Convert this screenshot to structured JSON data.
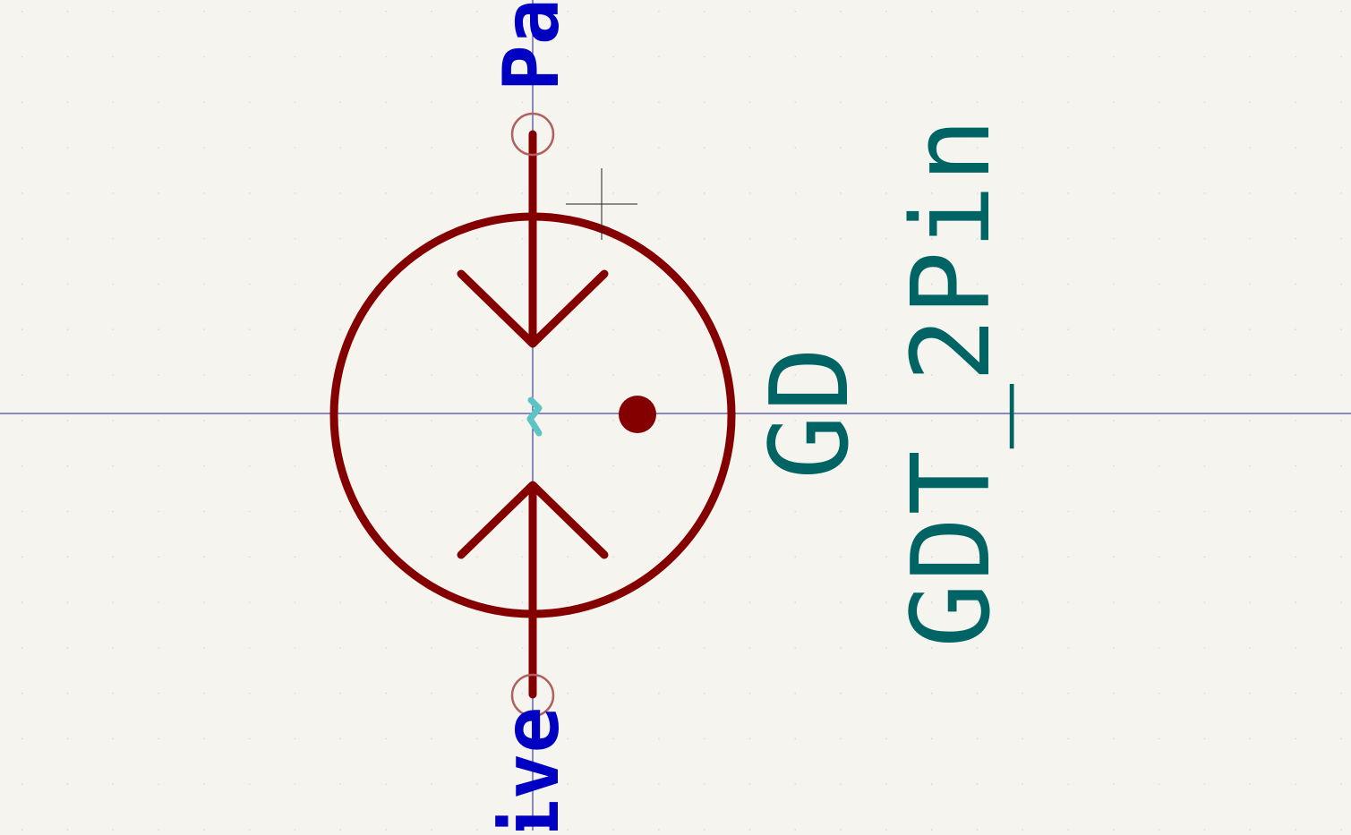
{
  "editor": {
    "pin_top_label": "Pa",
    "pin_bottom_label": "ive",
    "reference": "GD",
    "value": "GDT_2Pin"
  },
  "colors": {
    "background": "#f5f4ef",
    "grid_dot": "#d8d6cf",
    "body": "#840000",
    "pin_circle": "#b06060",
    "pin_name": "#0000c2",
    "field_text": "#006464",
    "anchor_marker": "#5cc4c4",
    "axis": "#1e1e8a",
    "cursor": "#222222"
  },
  "icons": {
    "pin-end": "circle",
    "anchor": "tilde-squiggle",
    "cursor": "crosshair"
  }
}
